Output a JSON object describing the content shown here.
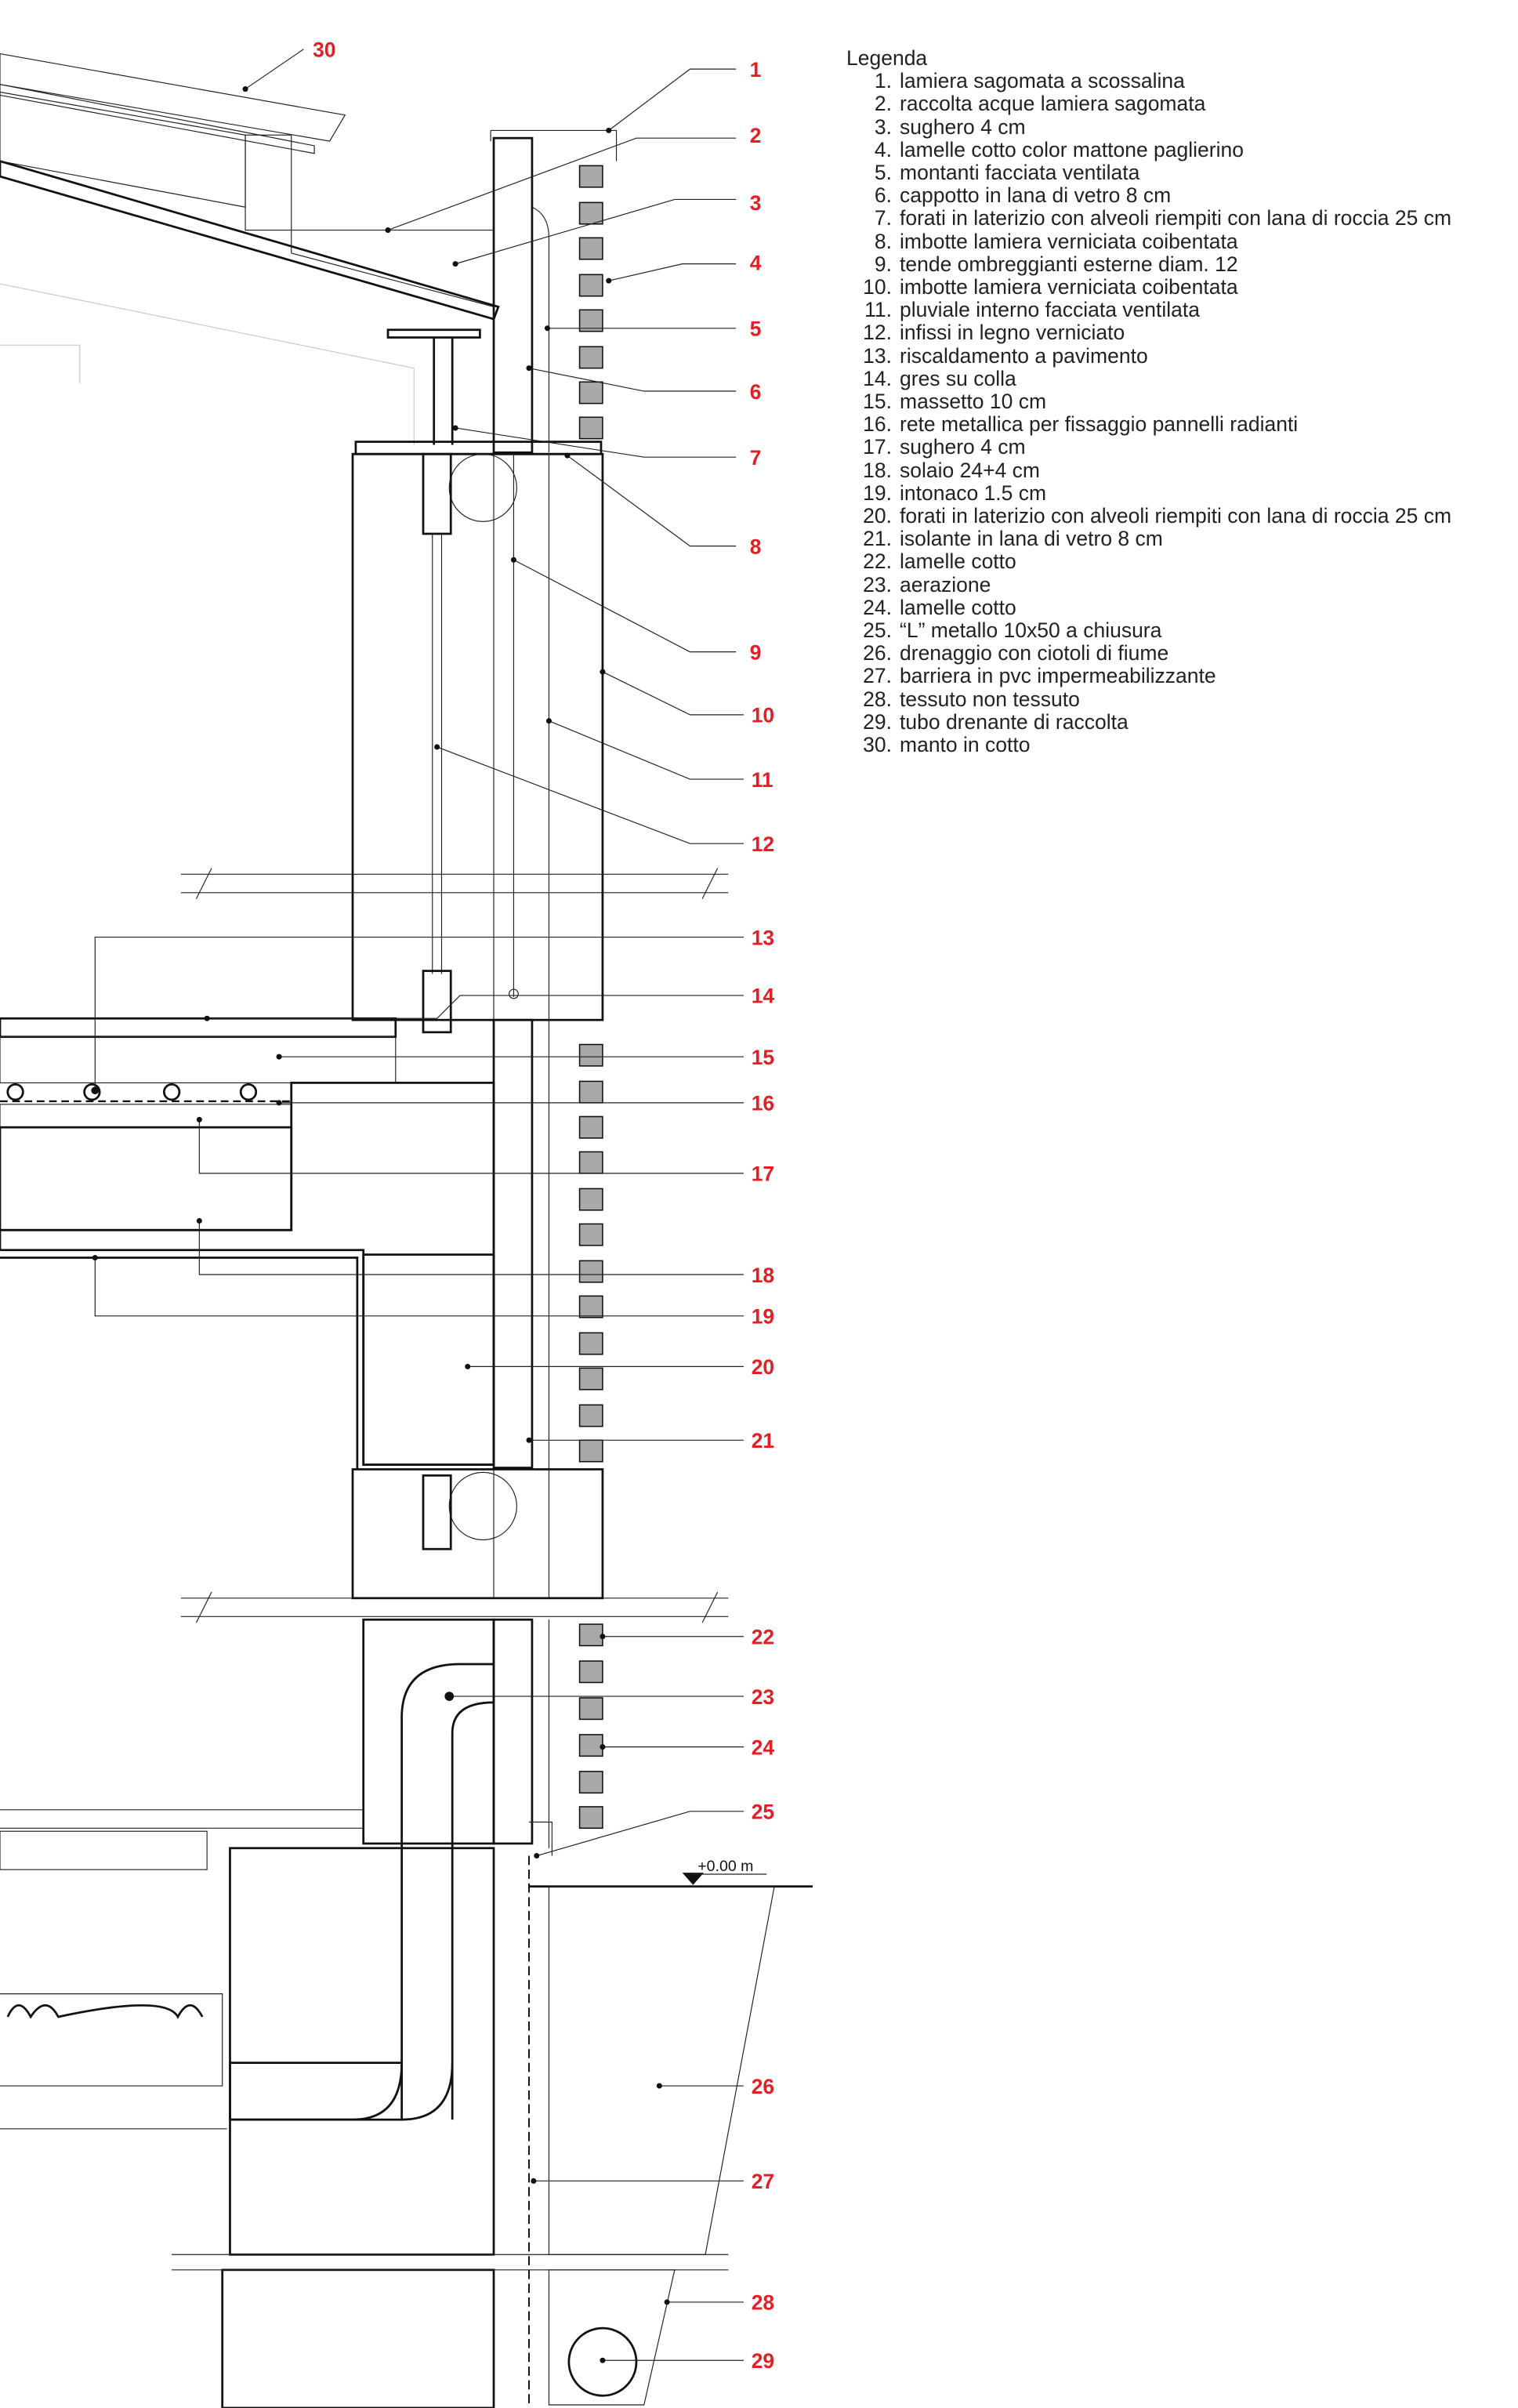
{
  "legend": {
    "title": "Legenda",
    "items": [
      {
        "num": "1.",
        "text": "lamiera sagomata a scossalina"
      },
      {
        "num": "2.",
        "text": "raccolta acque lamiera sagomata"
      },
      {
        "num": "3.",
        "text": "sughero 4 cm"
      },
      {
        "num": "4.",
        "text": "lamelle cotto color mattone paglierino"
      },
      {
        "num": "5.",
        "text": "montanti facciata ventilata"
      },
      {
        "num": "6.",
        "text": "cappotto in lana di vetro 8 cm"
      },
      {
        "num": "7.",
        "text": "forati in laterizio con alveoli riempiti con lana di roccia 25 cm"
      },
      {
        "num": "8.",
        "text": "imbotte lamiera verniciata coibentata"
      },
      {
        "num": "9.",
        "text": "tende ombreggianti esterne diam. 12"
      },
      {
        "num": "10.",
        "text": "imbotte lamiera verniciata coibentata"
      },
      {
        "num": "11.",
        "text": "pluviale interno facciata ventilata"
      },
      {
        "num": "12.",
        "text": "infissi in legno verniciato"
      },
      {
        "num": "13.",
        "text": "riscaldamento a pavimento"
      },
      {
        "num": "14.",
        "text": "gres su colla"
      },
      {
        "num": "15.",
        "text": "massetto 10 cm"
      },
      {
        "num": "16.",
        "text": "rete metallica per fissaggio pannelli radianti"
      },
      {
        "num": "17.",
        "text": "sughero 4 cm"
      },
      {
        "num": "18.",
        "text": "solaio 24+4 cm"
      },
      {
        "num": "19.",
        "text": "intonaco 1.5 cm"
      },
      {
        "num": "20.",
        "text": "forati in laterizio con alveoli riempiti con lana di roccia 25 cm"
      },
      {
        "num": "21.",
        "text": "isolante in lana di vetro 8 cm"
      },
      {
        "num": "22.",
        "text": "lamelle cotto"
      },
      {
        "num": "23.",
        "text": "aerazione"
      },
      {
        "num": "24.",
        "text": "lamelle cotto"
      },
      {
        "num": "25.",
        "text": "“L” metallo 10x50 a chiusura"
      },
      {
        "num": "26.",
        "text": "drenaggio con ciotoli di fiume"
      },
      {
        "num": "27.",
        "text": "barriera in pvc impermeabilizzante"
      },
      {
        "num": "28.",
        "text": "tessuto non tessuto"
      },
      {
        "num": "29.",
        "text": "tubo drenante di raccolta"
      },
      {
        "num": "30.",
        "text": "manto in cotto"
      }
    ]
  },
  "callouts": [
    "1",
    "2",
    "3",
    "4",
    "5",
    "6",
    "7",
    "8",
    "9",
    "10",
    "11",
    "12",
    "13",
    "14",
    "15",
    "16",
    "17",
    "18",
    "19",
    "20",
    "21",
    "22",
    "23",
    "24",
    "25",
    "26",
    "27",
    "28",
    "29",
    "30"
  ],
  "elevation_label": "+0.00 m",
  "colors": {
    "callout": "#e31e24",
    "cotto": "#a9a9a9",
    "line": "#111111"
  }
}
